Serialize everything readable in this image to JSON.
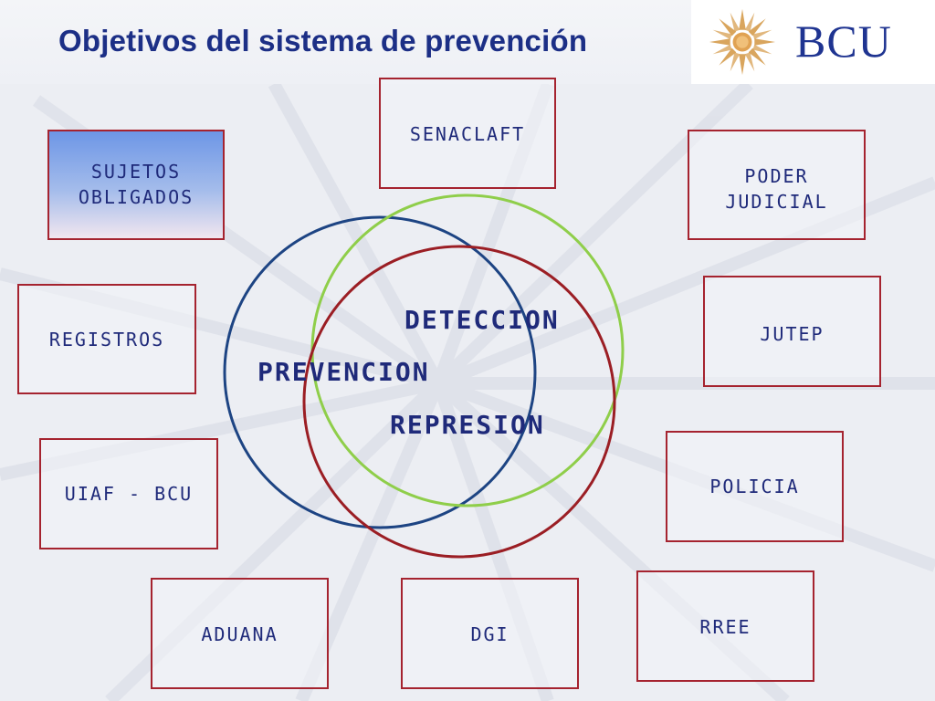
{
  "header": {
    "title": "Objetivos del sistema de prevención",
    "logo_text": "BCU"
  },
  "boxes": {
    "senaclaft": "SENACLAFT",
    "sujetos": "SUJETOS\nOBLIGADOS",
    "poder_judicial": "PODER\nJUDICIAL",
    "registros": "REGISTROS",
    "jutep": "JUTEP",
    "uiaf": "UIAF - BCU",
    "policia": "POLICIA",
    "aduana": "ADUANA",
    "dgi": "DGI",
    "rree": "RREE"
  },
  "center": {
    "detection": "DETECCION",
    "prevention": "PREVENCION",
    "repression": "REPRESION"
  },
  "colors": {
    "prevention": "#1d4483",
    "detection": "#8fce4a",
    "repression": "#9b1e24",
    "box_border": "#a5232f",
    "text": "#1f2a7a"
  }
}
